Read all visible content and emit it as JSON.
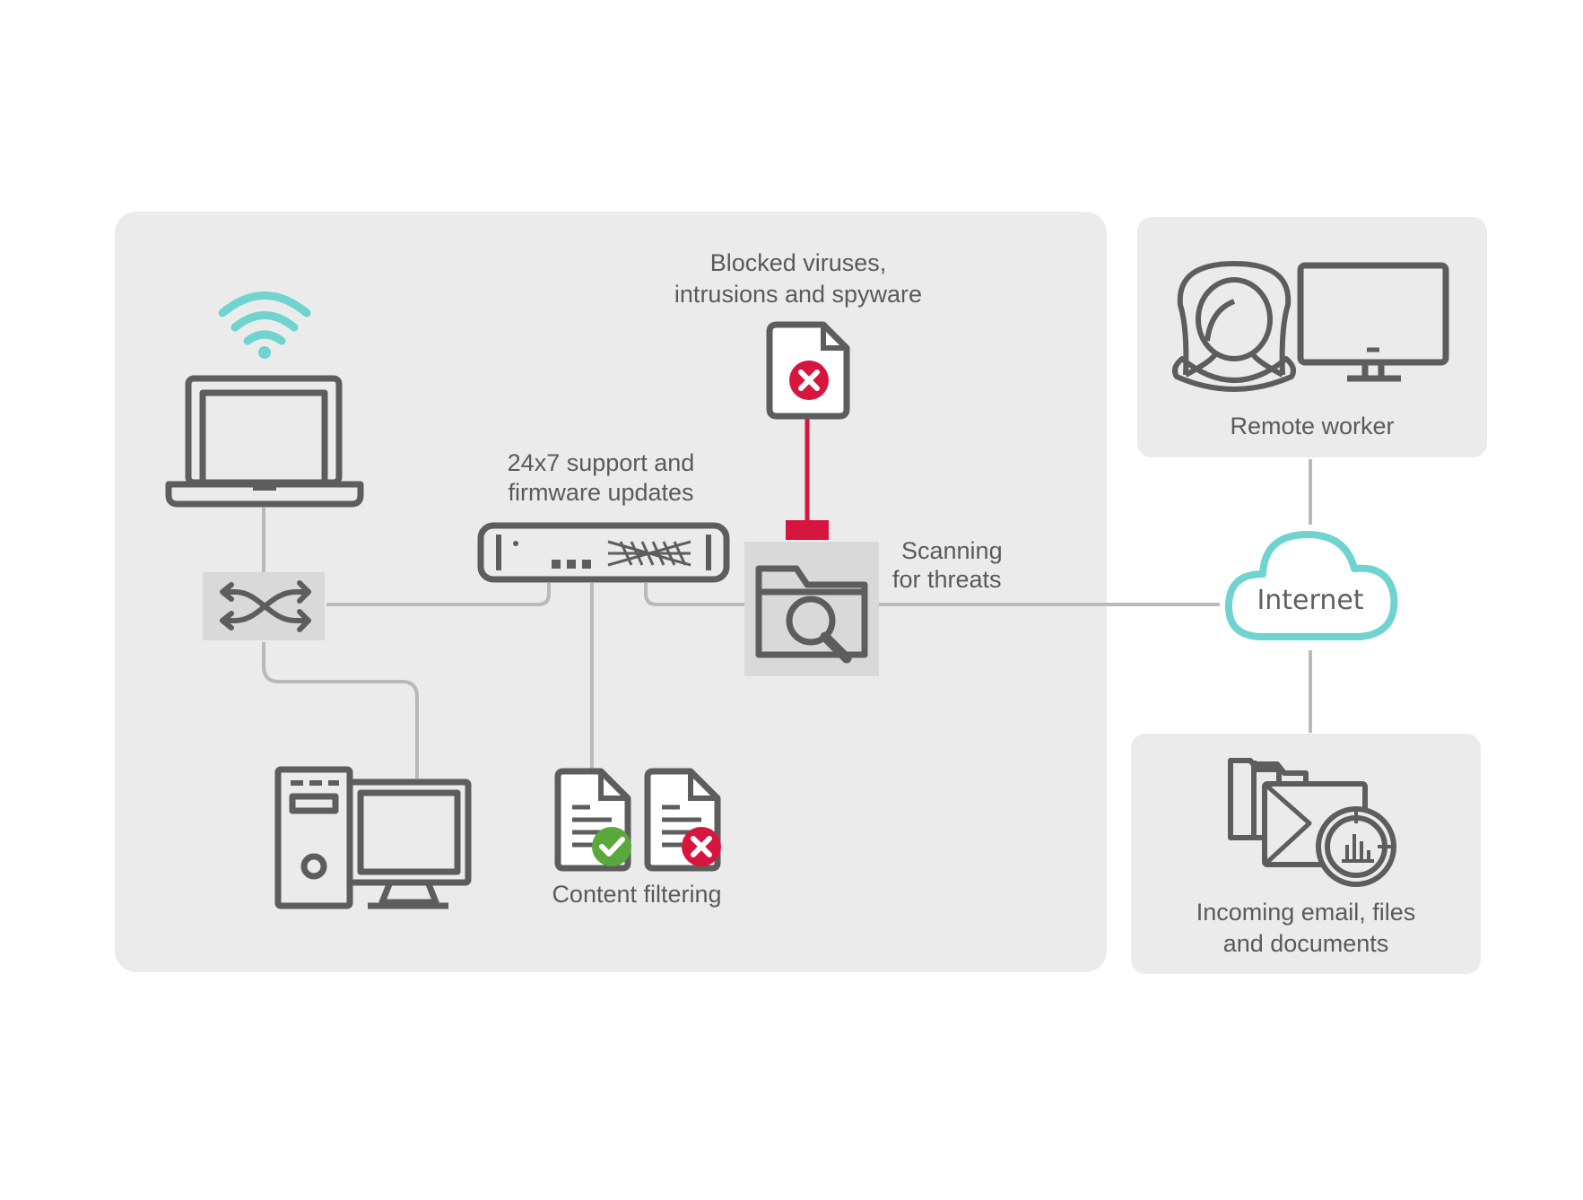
{
  "labels": {
    "blocked": [
      "Blocked viruses,",
      "intrusions and spyware"
    ],
    "support": [
      "24x7 support and",
      "firmware updates"
    ],
    "scanning": [
      "Scanning",
      "for threats"
    ],
    "content_filtering": "Content filtering",
    "remote_worker": "Remote worker",
    "internet": "Internet",
    "incoming": [
      "Incoming email, files",
      "and documents"
    ]
  },
  "icons": {
    "wifi": "wifi-icon",
    "laptop": "laptop-icon",
    "switch": "network-switch-icon",
    "desktop": "desktop-computer-icon",
    "firewall": "firewall-appliance-icon",
    "blocked_file": "blocked-file-icon",
    "scan_folder": "folder-search-icon",
    "allowed_doc": "allowed-document-icon",
    "blocked_doc": "blocked-document-icon",
    "person": "person-icon",
    "monitor": "monitor-icon",
    "cloud": "cloud-icon",
    "incoming_files": "incoming-files-icon"
  },
  "colors": {
    "panel": "#ebebeb",
    "stroke": "#5d5d5d",
    "connector": "#b9b9b9",
    "accent_teal": "#6fd3cf",
    "danger_red": "#d7163f",
    "ok_green": "#5aa83b"
  }
}
